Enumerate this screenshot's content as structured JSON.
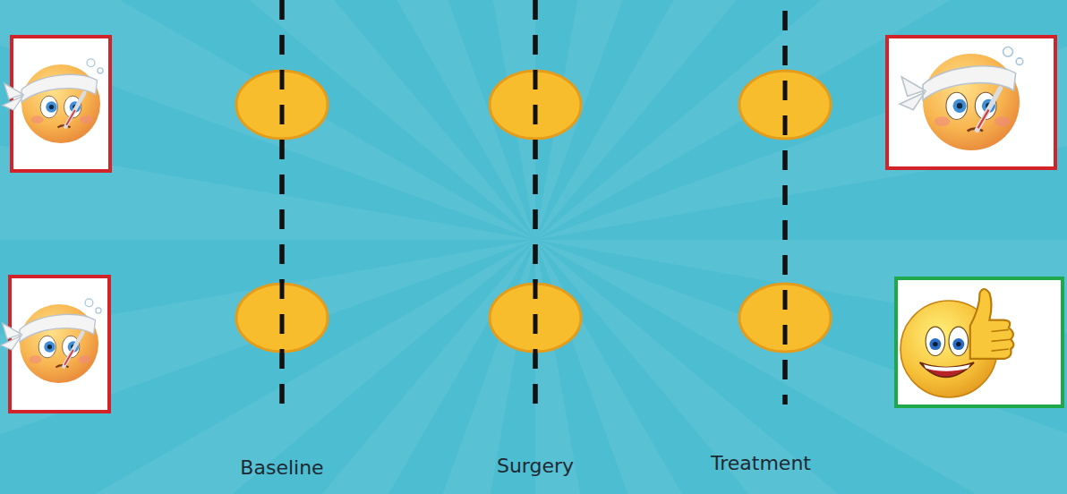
{
  "diagram": {
    "labels": [
      "Baseline",
      "Surgery",
      "Treatment"
    ]
  }
}
